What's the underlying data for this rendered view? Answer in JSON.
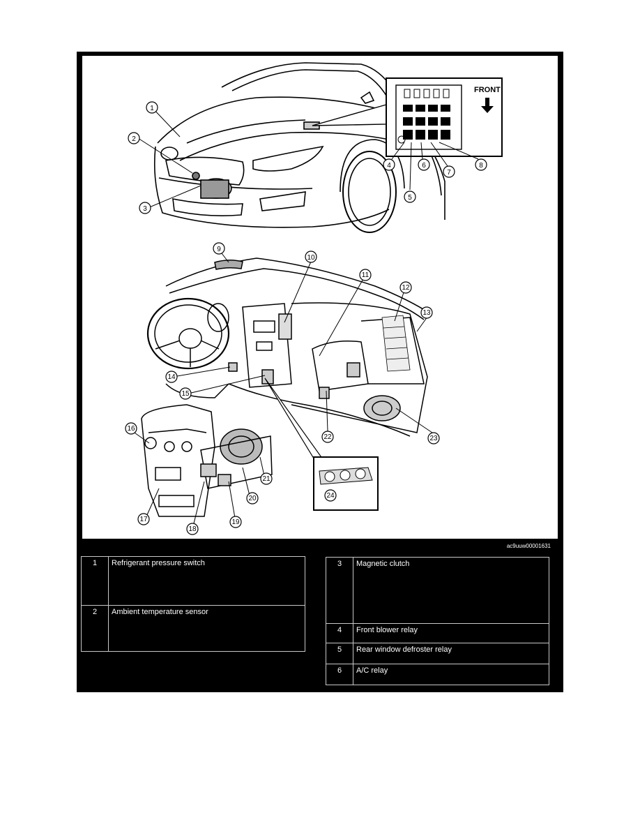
{
  "figure_id": "ac9uuw00001631",
  "callouts": [
    "1",
    "2",
    "3",
    "4",
    "5",
    "6",
    "7",
    "8",
    "9",
    "10",
    "11",
    "12",
    "13",
    "14",
    "15",
    "16",
    "17",
    "18",
    "19",
    "20",
    "21",
    "22",
    "23",
    "24"
  ],
  "inset_label": "FRONT",
  "legend_left": [
    {
      "num": "1",
      "name": "Refrigerant pressure switch"
    },
    {
      "num": "2",
      "name": "Ambient temperature sensor"
    }
  ],
  "legend_right": [
    {
      "num": "3",
      "name": "Magnetic clutch"
    },
    {
      "num": "4",
      "name": "Front blower relay"
    },
    {
      "num": "5",
      "name": "Rear window defroster relay"
    },
    {
      "num": "6",
      "name": "A/C relay"
    }
  ]
}
